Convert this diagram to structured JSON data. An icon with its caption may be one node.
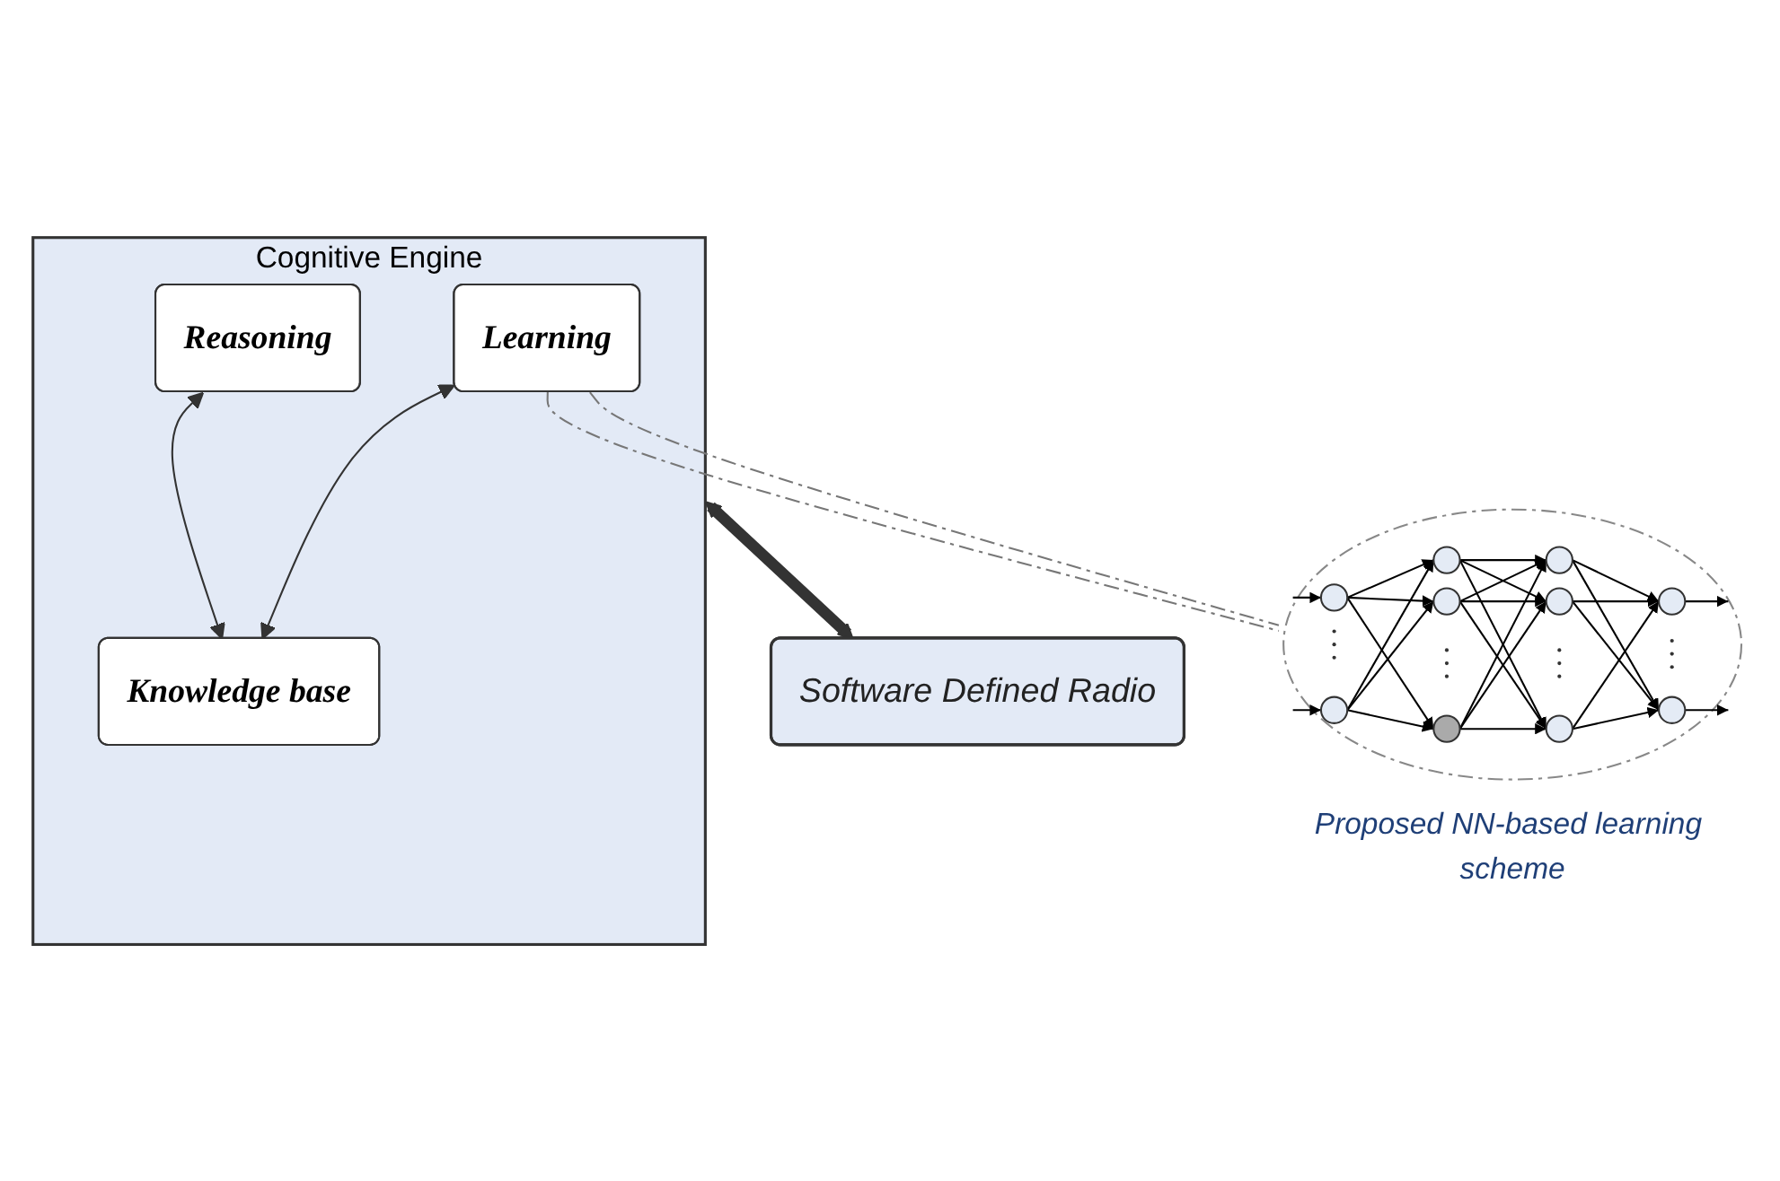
{
  "diagram": {
    "nodes": [
      {
        "text": [
          "Cognitive Engine"
        ]
      },
      {
        "text": [
          "Reasoning"
        ],
        "in": 0
      },
      {
        "text": [
          "Learning"
        ],
        "in": 0
      },
      {
        "text": [
          "Knowledge base"
        ],
        "in": 0
      },
      {
        "text": [
          "Software Defined Radio"
        ]
      },
      {
        "text": [],
        "shape": "picture",
        "beside": [
          "Proposed NN-based learning scheme"
        ]
      }
    ],
    "edges": [
      {
        "from": 1,
        "to": 3,
        "arrow": "both"
      },
      {
        "from": 2,
        "to": 3,
        "arrow": "both"
      },
      {
        "from": 0,
        "to": 4,
        "arrow": "both",
        "style": "thick"
      },
      {
        "from": 2,
        "to": 5,
        "arrow": "none",
        "style": "dashed"
      },
      {
        "from": 2,
        "to": 5,
        "arrow": "none",
        "style": "dashed"
      }
    ]
  }
}
